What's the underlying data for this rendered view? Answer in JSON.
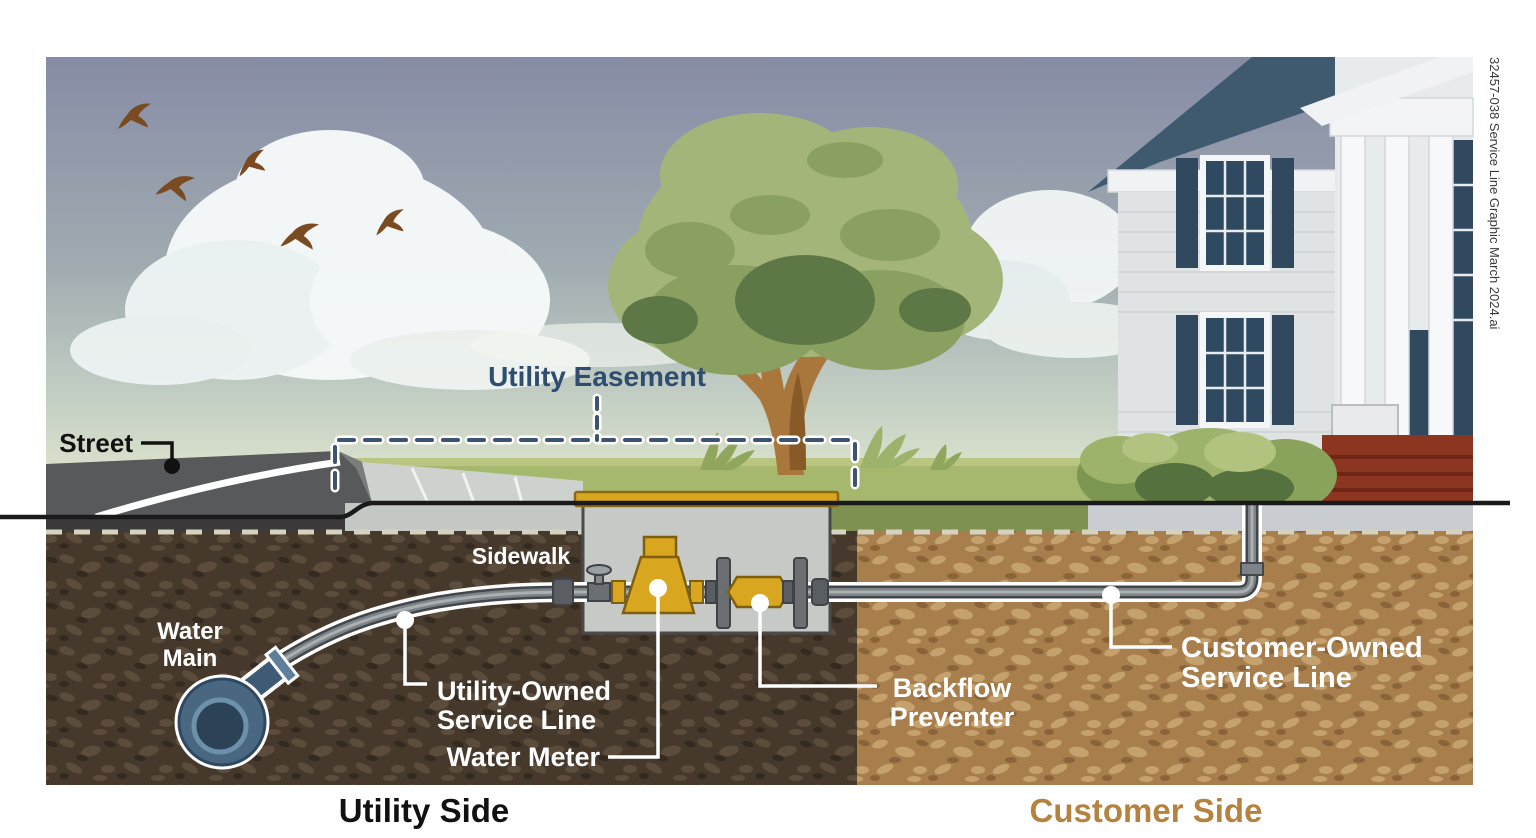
{
  "scene": {
    "labels": {
      "street": "Street",
      "easement": "Utility Easement",
      "sidewalk": "Sidewalk",
      "water_main": [
        "Water",
        "Main"
      ],
      "utility_owned": [
        "Utility-Owned",
        "Service Line"
      ],
      "water_meter": "Water Meter",
      "backflow": [
        "Backflow",
        "Preventer"
      ],
      "customer_owned": [
        "Customer-Owned",
        "Service Line"
      ]
    },
    "side_labels": {
      "utility": "Utility Side",
      "customer": "Customer Side"
    },
    "note": "32457-038 Service Line Graphic March 2024.ai",
    "colors": {
      "easement_label": "#2f4d6e",
      "utility_side_label": "#111111",
      "customer_side_label": "#b3833f",
      "meter_gold": "#d9a620",
      "utility_soil": "#46392c",
      "customer_soil": "#a87e4d",
      "pipe": "#7d8386",
      "water_main": "#4a6781"
    }
  }
}
